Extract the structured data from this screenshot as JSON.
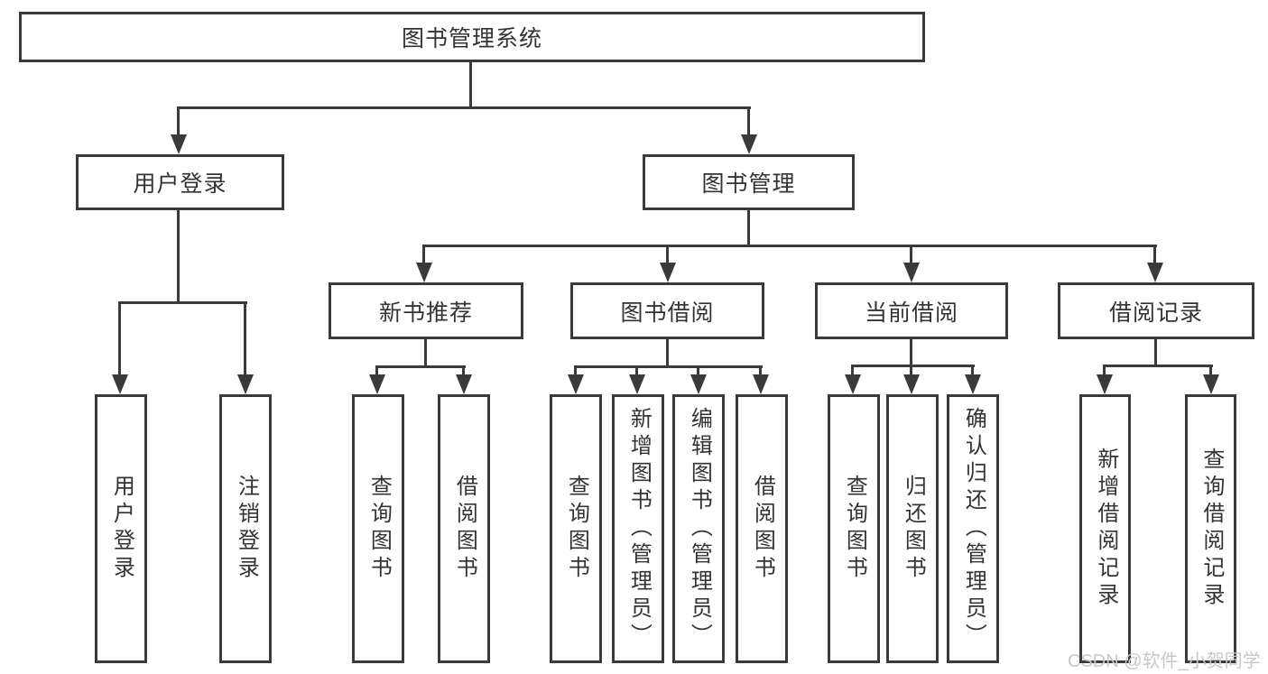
{
  "colors": {
    "line": "#3a3a3a",
    "text": "#333333",
    "watermark": "#c7c7c7",
    "background": "#ffffff"
  },
  "watermark": {
    "text": "CSDN @软件_小贺同学"
  },
  "root": {
    "label": "图书管理系统",
    "children": {
      "user_login": {
        "label": "用户登录",
        "children": {
          "login": {
            "label": "用户登录"
          },
          "logout": {
            "label": "注销登录"
          }
        }
      },
      "book_mgmt": {
        "label": "图书管理",
        "children": {
          "new_books": {
            "label": "新书推荐",
            "children": {
              "query_books": {
                "label": "查询图书"
              },
              "borrow_books": {
                "label": "借阅图书"
              }
            }
          },
          "book_borrow": {
            "label": "图书借阅",
            "children": {
              "query_books": {
                "label": "查询图书"
              },
              "add_books": {
                "label": "新增图书（管理员）"
              },
              "edit_books": {
                "label": "编辑图书（管理员）"
              },
              "borrow_books": {
                "label": "借阅图书"
              }
            }
          },
          "current_borrow": {
            "label": "当前借阅",
            "children": {
              "query_books": {
                "label": "查询图书"
              },
              "return_books": {
                "label": "归还图书"
              },
              "confirm_return": {
                "label": "确认归还（管理员）"
              }
            }
          },
          "borrow_records": {
            "label": "借阅记录",
            "children": {
              "add_record": {
                "label": "新增借阅记录"
              },
              "query_record": {
                "label": "查询借阅记录"
              }
            }
          }
        }
      }
    }
  }
}
